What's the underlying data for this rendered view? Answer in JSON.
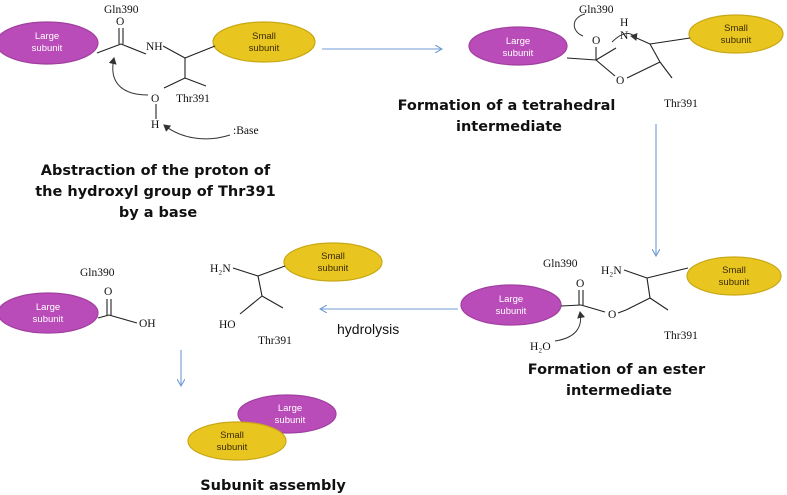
{
  "subunits": {
    "large": "Large\nsubunit",
    "small": "Small\nsubunit"
  },
  "residues": {
    "gln": "Gln390",
    "thr": "Thr391"
  },
  "atoms": {
    "O": "O",
    "H": "H",
    "N": "N",
    "NH": "NH",
    "H2N": "H₂N",
    "HO": "HO",
    "OH": "OH",
    "H2O": "H₂O",
    "base": ":Base"
  },
  "steps": {
    "step1": [
      "Abstraction of the proton of",
      "the hydroxyl group of Thr391",
      "by a base"
    ],
    "step2": [
      "Formation of a tetrahedral",
      "intermediate"
    ],
    "step3": [
      "Formation of an ester",
      "intermediate"
    ],
    "step4": "hydrolysis",
    "step5": "Subunit assembly"
  },
  "colors": {
    "large_subunit": "#b94cb8",
    "small_subunit": "#e8c61f",
    "flow_arrow": "#6f9bd6"
  }
}
